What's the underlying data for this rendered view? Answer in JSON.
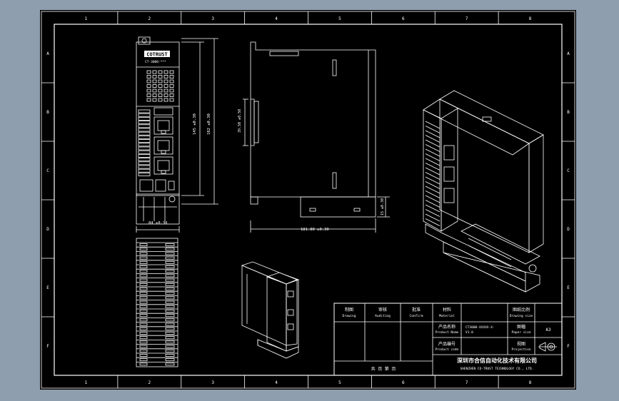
{
  "colors": {
    "viewport": "#8f9eae",
    "sheet": "#000000",
    "line": "#ffffff"
  },
  "frame": {
    "columns": [
      "1",
      "2",
      "3",
      "4",
      "5",
      "6",
      "7",
      "8"
    ],
    "rows": [
      "A",
      "B",
      "C",
      "D",
      "E",
      "F"
    ]
  },
  "front_view": {
    "brand": "COTRUST",
    "model": "CT-3000-***",
    "dim_width": "84 ±0.30",
    "dim_inner_height": "145 ±0.30",
    "dim_outer_height": "182 ±0.30"
  },
  "side_view": {
    "dim_bracket": "39.50 ±0.50",
    "dim_depth": "181.80 ±0.30",
    "dim_foot": "15 ±0.30"
  },
  "title_block": {
    "drawing_label": "制图",
    "drawing_en": "Drawing",
    "audit_label": "审核",
    "audit_en": "Auditing",
    "confirm_label": "批准",
    "confirm_en": "Confirm",
    "material_label": "材料",
    "material_en": "Material",
    "tolerance_label": "图纸比例",
    "tolerance_en": "Drawing size",
    "product_name_label": "产品名称",
    "product_name_en": "Product Name",
    "product_name_value": "CT3000-XXXXX-X-",
    "product_name_value2": "V1.0",
    "scale_label": "图幅",
    "scale_en": "Paper size",
    "scale_value": "A3",
    "product_no_label": "产品编号",
    "product_no_en": "Product code",
    "view_label": "视图",
    "view_en": "Projection",
    "company_cn": "深圳市合信自动化技术有限公司",
    "company_en": "SHENZHEN CO-TRUST TECHNOLOGY CO., LTD.",
    "sheets_label": "共 页 第 页"
  }
}
